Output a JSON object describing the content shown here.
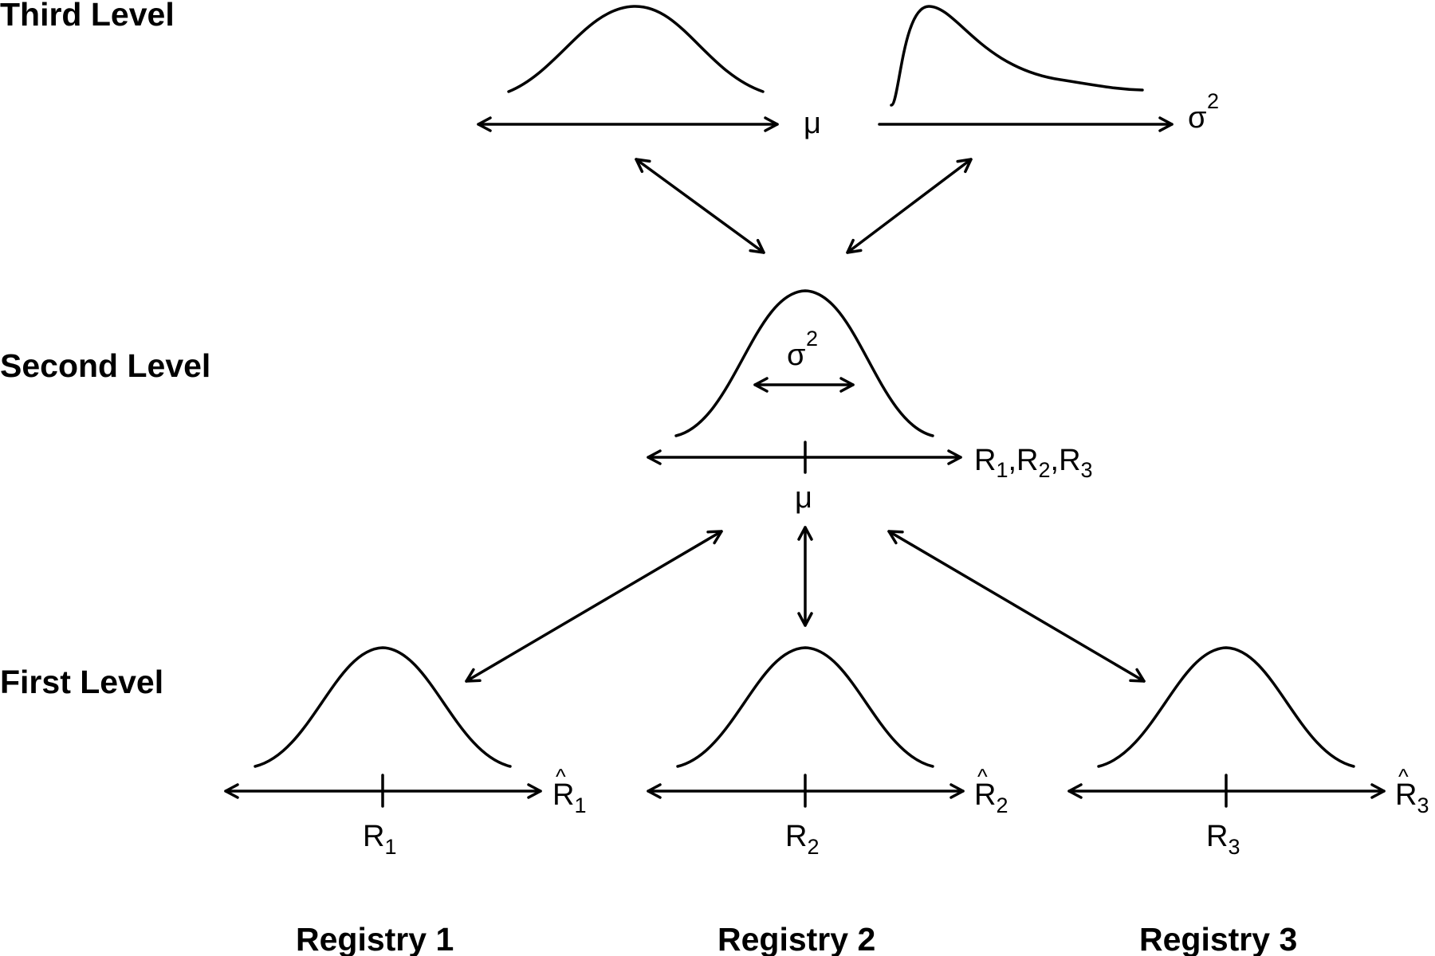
{
  "levels": {
    "third": "Third Level",
    "second": "Second Level",
    "first": "First Level"
  },
  "third_level": {
    "mu_label": "μ",
    "sigma_label": "σ",
    "sigma_sup": "2"
  },
  "second_level": {
    "width_label": "σ",
    "width_sup": "2",
    "axis_label": [
      {
        "base": "R",
        "sub": "1"
      },
      {
        "sep": ","
      },
      {
        "base": "R",
        "sub": "2"
      },
      {
        "sep": ","
      },
      {
        "base": "R",
        "sub": "3"
      }
    ],
    "center_label": "μ"
  },
  "registries": [
    {
      "name": "Registry 1",
      "true_base": "R",
      "true_sub": "1",
      "est_base": "R",
      "est_hat": "^",
      "est_sub": "1"
    },
    {
      "name": "Registry 2",
      "true_base": "R",
      "true_sub": "2",
      "est_base": "R",
      "est_hat": "^",
      "est_sub": "2"
    },
    {
      "name": "Registry 3",
      "true_base": "R",
      "true_sub": "3",
      "est_base": "R",
      "est_hat": "^",
      "est_sub": "3"
    }
  ]
}
